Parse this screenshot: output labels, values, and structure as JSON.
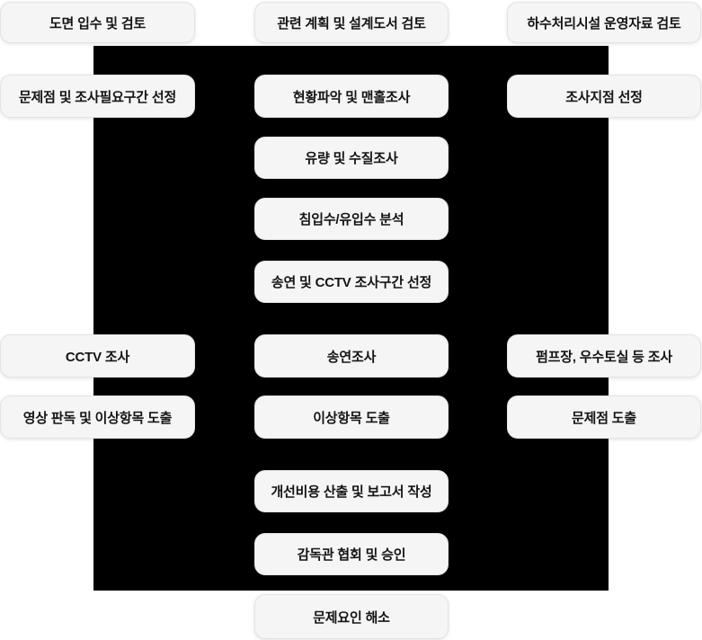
{
  "colors": {
    "page_bg": "#ffffff",
    "panel_bg": "#000000",
    "box_bg": "#f5f5f5",
    "box_border": "#e4e4e4",
    "text": "#141414"
  },
  "steps": [
    {
      "label": "도면 입수 및 검토"
    },
    {
      "label": "관련 계획 및 설계도서 검토"
    },
    {
      "label": "하수처리시설 운영자료 검토"
    },
    {
      "label": "문제점 및 조사필요구간 선정"
    },
    {
      "label": "현황파악 및 맨홀조사"
    },
    {
      "label": "조사지점 선정"
    },
    {
      "label": "유량 및 수질조사"
    },
    {
      "label": "침입수/유입수 분석"
    },
    {
      "label": "송연 및 CCTV 조사구간 선정"
    },
    {
      "label": "CCTV 조사"
    },
    {
      "label": "송연조사"
    },
    {
      "label": "펌프장, 우수토실 등 조사"
    },
    {
      "label": "영상 판독 및 이상항목 도출"
    },
    {
      "label": "이상항목 도출"
    },
    {
      "label": "문제점 도출"
    },
    {
      "label": "개선비용 산출 및 보고서 작성"
    },
    {
      "label": "감독관 협회 및 승인"
    },
    {
      "label": "문제요인 해소"
    }
  ]
}
